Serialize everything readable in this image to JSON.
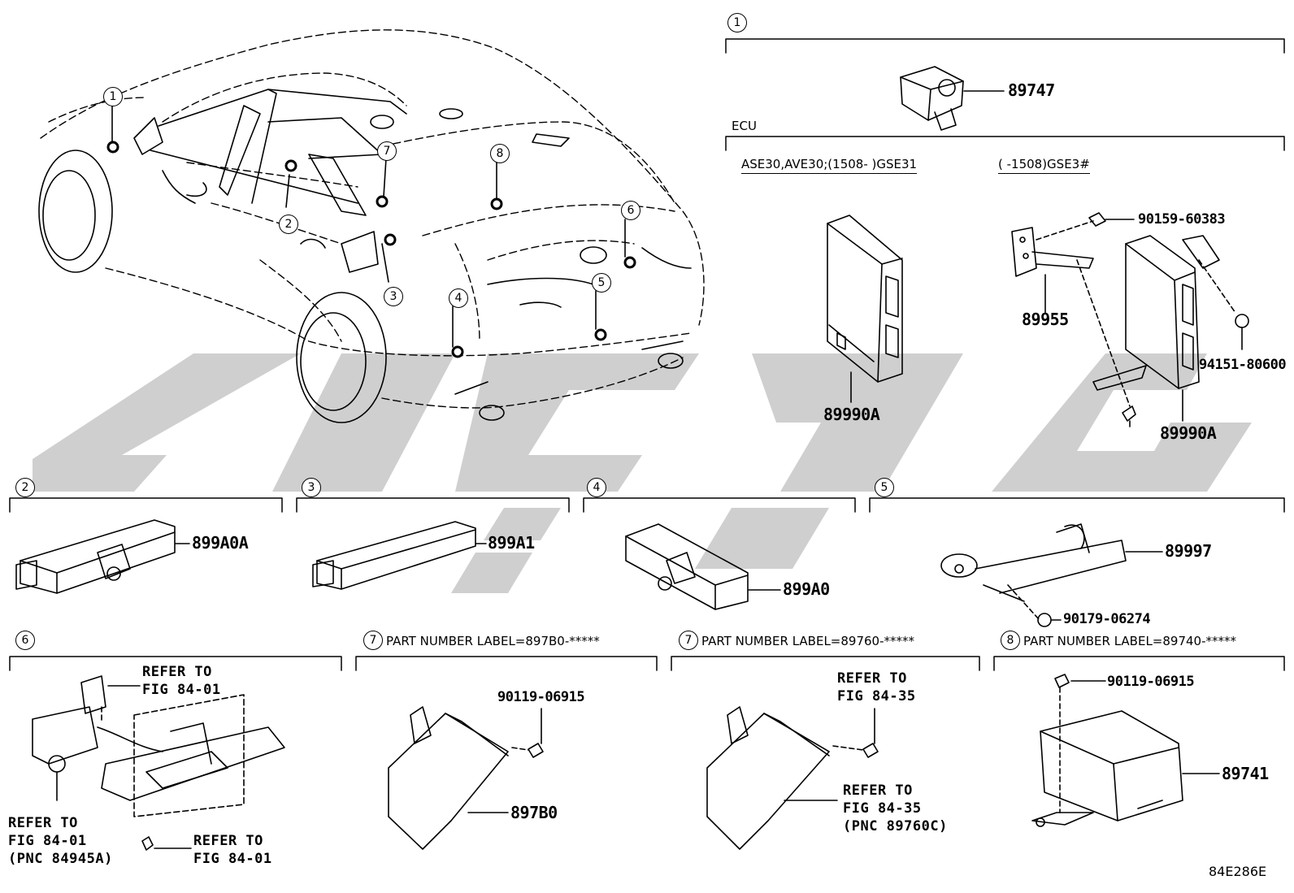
{
  "diagram_code": "84E286E",
  "watermark_color": "#cfcfcf",
  "callouts": [
    "1",
    "2",
    "3",
    "4",
    "5",
    "6",
    "7",
    "8"
  ],
  "sections": {
    "s1": {
      "num": "1",
      "part_sensor": "89747",
      "ecu_title": "ECU",
      "variant_a": "ASE30,AVE30;(1508-      )GSE31",
      "variant_b": "(    -1508)GSE3#",
      "part_ecu_a": "89990A",
      "part_bolt": "90159-60383",
      "part_bracket": "89955",
      "part_nut": "94151-80600",
      "part_ecu_b": "89990A"
    },
    "s2": {
      "num": "2",
      "part": "899A0A"
    },
    "s3": {
      "num": "3",
      "part": "899A1"
    },
    "s4": {
      "num": "4",
      "part": "899A0"
    },
    "s5": {
      "num": "5",
      "part_antenna": "89997",
      "part_nut": "90179-06274"
    },
    "s6": {
      "num": "6",
      "ref_top_1": "REFER TO",
      "ref_top_2": "FIG 84-01",
      "ref_left_1": "REFER TO",
      "ref_left_2": "FIG 84-01",
      "ref_left_3": "(PNC 84945A)",
      "ref_bottom_1": "REFER TO",
      "ref_bottom_2": "FIG 84-01"
    },
    "s7a": {
      "num": "7",
      "title": "PART NUMBER LABEL=897B0-*****",
      "part_bolt": "90119-06915",
      "part": "897B0"
    },
    "s7b": {
      "num": "7",
      "title": "PART NUMBER LABEL=89760-*****",
      "ref_top_1": "REFER TO",
      "ref_top_2": "FIG 84-35",
      "ref_bot_1": "REFER TO",
      "ref_bot_2": "FIG 84-35",
      "ref_bot_3": "(PNC 89760C)"
    },
    "s8": {
      "num": "8",
      "title": "PART NUMBER LABEL=89740-*****",
      "part_bolt": "90119-06915",
      "part": "89741"
    }
  }
}
